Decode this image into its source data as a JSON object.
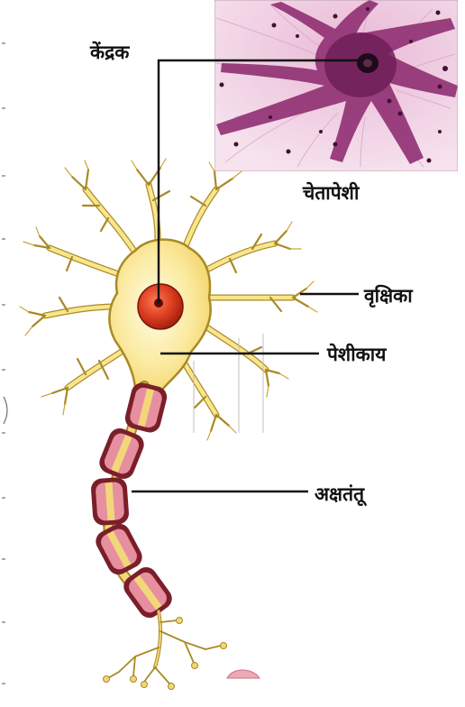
{
  "figure": {
    "labels": {
      "nucleus": "केंद्रक",
      "neuron_photo_caption": "चेतापेशी",
      "dendrite": "वृक्षिका",
      "cell_body": "पेशीकाय",
      "axon": "अक्षतंतू"
    },
    "colors": {
      "cell_fill": "#f9e58c",
      "cell_outline": "#a88a25",
      "nucleus_fill": "#d93a1c",
      "myelin_outer": "#7a1f2a",
      "myelin_inner": "#e58fa0",
      "axon_core": "#f2d67a",
      "stain_background": "#efd2e2",
      "stain_cell": "#8d2a6e",
      "leader_line": "#111111"
    }
  }
}
